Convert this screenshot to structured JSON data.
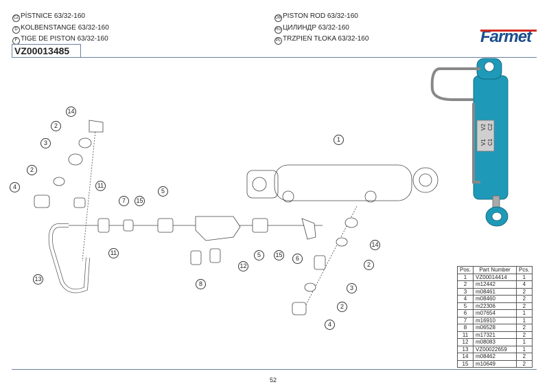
{
  "titles": [
    {
      "lang": "CZ",
      "text": "PÍSTNICE 63/32-160"
    },
    {
      "lang": "D",
      "text": "KOLBENSTANGE 63/32-160"
    },
    {
      "lang": "F",
      "text": "TIGE DE PISTON 63/32-160"
    },
    {
      "lang": "GB",
      "text": "PISTON ROD 63/32-160"
    },
    {
      "lang": "RU",
      "text": "ЦИЛИНДР 63/32-160"
    },
    {
      "lang": "PL",
      "text": "TRZPIEŃ TŁOKA 63/32-160"
    }
  ],
  "code": "VZ00013485",
  "logo": "Farmet",
  "diagram": {
    "callouts": [
      "14",
      "2",
      "3",
      "2",
      "4",
      "11",
      "7",
      "15",
      "5",
      "11",
      "13",
      "12",
      "8",
      "5",
      "15",
      "6",
      "1",
      "14",
      "2",
      "3",
      "2",
      "4"
    ],
    "cylinder_labels": [
      "V1",
      "V2",
      "C1",
      "C2"
    ]
  },
  "table": {
    "headers": [
      "Pos.",
      "Part Number",
      "Pcs."
    ],
    "rows": [
      [
        "1",
        "VZ00014414",
        "1"
      ],
      [
        "2",
        "m12442",
        "4"
      ],
      [
        "3",
        "m08461",
        "2"
      ],
      [
        "4",
        "m08460",
        "2"
      ],
      [
        "5",
        "m22306",
        "2"
      ],
      [
        "6",
        "m07654",
        "1"
      ],
      [
        "7",
        "m16910",
        "1"
      ],
      [
        "8",
        "m06528",
        "2"
      ],
      [
        "11",
        "m17321",
        "2"
      ],
      [
        "12",
        "m08083",
        "1"
      ],
      [
        "13",
        "VZ00022659",
        "1"
      ],
      [
        "14",
        "m08462",
        "2"
      ],
      [
        "15",
        "m10649",
        "2"
      ]
    ]
  },
  "page_number": "52",
  "colors": {
    "accent": "#1a4d8c",
    "logo_red": "#d42a20",
    "cylinder": "#1e9ab8"
  }
}
